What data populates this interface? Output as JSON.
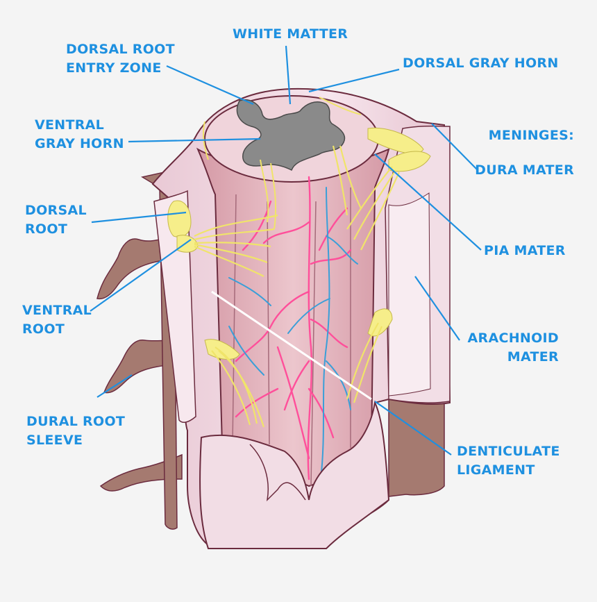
{
  "diagram": {
    "labels": {
      "white_matter": "WHITE MATTER",
      "dorsal_root_entry_zone": [
        "DORSAL ROOT",
        "ENTRY ZONE"
      ],
      "dorsal_gray_horn": "DORSAL GRAY HORN",
      "ventral_gray_horn": [
        "VENTRAL",
        "GRAY HORN"
      ],
      "meninges": "MENINGES:",
      "dura_mater": "DURA MATER",
      "dorsal_root": [
        "DORSAL",
        "ROOT"
      ],
      "pia_mater": "PIA MATER",
      "ventral_root": [
        "VENTRAL",
        "ROOT"
      ],
      "arachnoid_mater": [
        "ARACHNOID",
        "MATER"
      ],
      "dural_root_sleeve": [
        "DURAL ROOT",
        "SLEEVE"
      ],
      "denticulate_ligament": [
        "DENTICULATE",
        "LIGAMENT"
      ]
    },
    "colors": {
      "label_text": "#1e90e0",
      "leader_line": "#1e90e0",
      "background": "#f4f4f4",
      "dura": "#f3dde6",
      "pia_cord": "#e6b5bf",
      "gray_matter": "#8a8a8a",
      "nerve_root": "#f6ee8a",
      "artery": "#ff4f9a",
      "vein": "#3a9fd8",
      "root_sleeve": "#a57a70",
      "outline": "#6b2b3e"
    }
  }
}
